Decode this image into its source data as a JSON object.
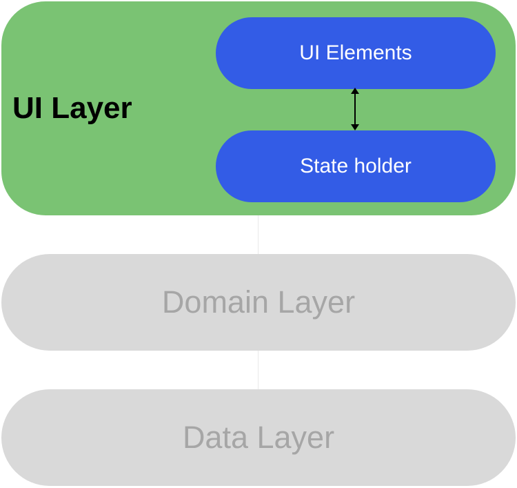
{
  "ui_layer": {
    "title": "UI Layer",
    "ui_elements_label": "UI Elements",
    "state_holder_label": "State holder"
  },
  "domain_layer": {
    "label": "Domain Layer"
  },
  "data_layer": {
    "label": "Data Layer"
  },
  "colors": {
    "ui_layer_bg": "#7ac373",
    "pill_bg": "#335ce6",
    "gray_layer_bg": "#d9d9d9",
    "gray_layer_text": "#a6a6a6"
  }
}
